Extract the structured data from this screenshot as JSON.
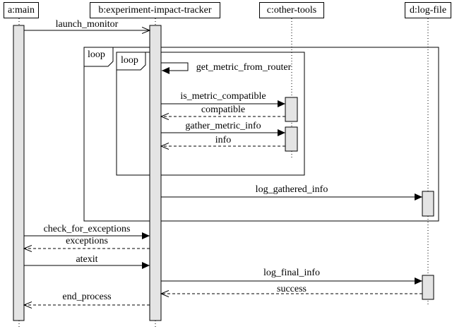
{
  "participants": [
    {
      "id": "a",
      "label": "a:main"
    },
    {
      "id": "b",
      "label": "b:experiment-impact-tracker"
    },
    {
      "id": "c",
      "label": "c:other-tools"
    },
    {
      "id": "d",
      "label": "d:log-file"
    }
  ],
  "frames": [
    {
      "id": "outer",
      "label": "loop"
    },
    {
      "id": "inner",
      "label": "loop"
    }
  ],
  "messages": [
    {
      "from": "a",
      "to": "b",
      "label": "launch_monitor",
      "kind": "sync-open"
    },
    {
      "from": "b",
      "to": "b",
      "label": "get_metric_from_router",
      "kind": "self"
    },
    {
      "from": "b",
      "to": "c",
      "label": "is_metric_compatible",
      "kind": "sync"
    },
    {
      "from": "c",
      "to": "b",
      "label": "compatible",
      "kind": "return"
    },
    {
      "from": "b",
      "to": "c",
      "label": "gather_metric_info",
      "kind": "sync"
    },
    {
      "from": "c",
      "to": "b",
      "label": "info",
      "kind": "return"
    },
    {
      "from": "b",
      "to": "d",
      "label": "log_gathered_info",
      "kind": "sync"
    },
    {
      "from": "a",
      "to": "b",
      "label": "check_for_exceptions",
      "kind": "sync"
    },
    {
      "from": "b",
      "to": "a",
      "label": "exceptions",
      "kind": "return"
    },
    {
      "from": "a",
      "to": "b",
      "label": "atexit",
      "kind": "sync"
    },
    {
      "from": "b",
      "to": "d",
      "label": "log_final_info",
      "kind": "sync"
    },
    {
      "from": "d",
      "to": "b",
      "label": "success",
      "kind": "return"
    },
    {
      "from": "b",
      "to": "a",
      "label": "end_process",
      "kind": "return"
    }
  ]
}
